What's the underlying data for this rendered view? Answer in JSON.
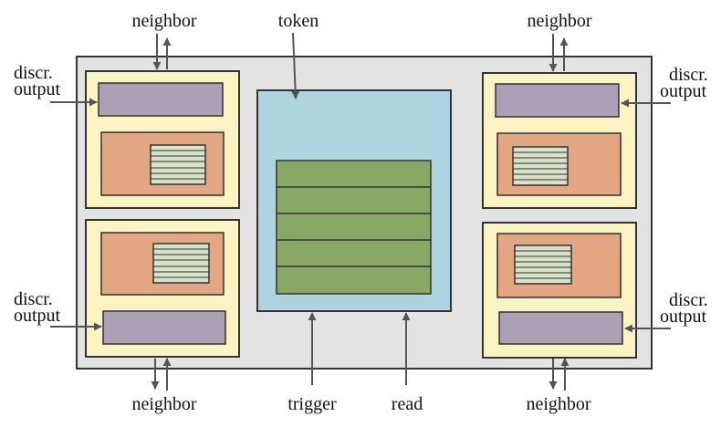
{
  "labels": {
    "neighbor": "neighbor",
    "token": "token",
    "trigger": "trigger",
    "read": "read",
    "discr": "discr.",
    "output": "output"
  },
  "colors": {
    "outer_frame": "#e3e3e3",
    "module_bg": "#fbf3c1",
    "register_block": "#aba0b6",
    "core_block": "#e4a784",
    "stripe_block": "#d8e2c9",
    "center_box": "#aed4e0",
    "center_rows": "#8aa865",
    "arrow": "#555555"
  }
}
